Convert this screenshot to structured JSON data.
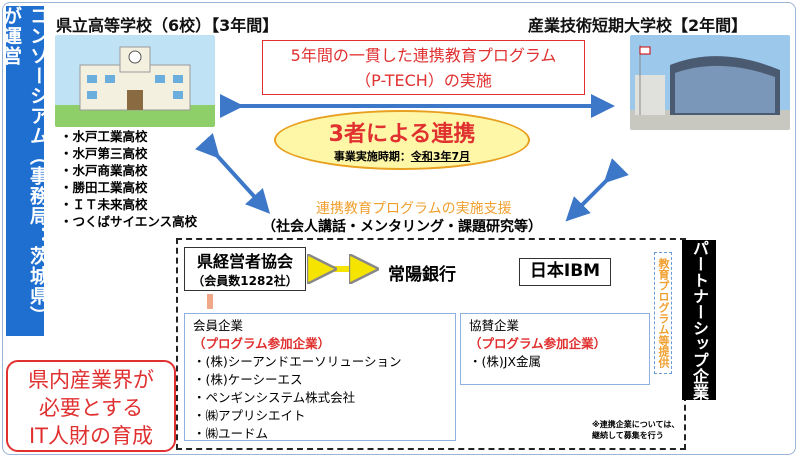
{
  "consortium": "コンソーシアム（事務局：茨城県）が運営",
  "goal": [
    "県内産業界が",
    "必要とする",
    "IT人財の育成"
  ],
  "high_school_title": "県立高等学校（6校）【3年間】",
  "college_title": "産業技術短期大学校【2年間】",
  "program": [
    "5年間の一貫した連携教育プログラム",
    "（P-TECH）の実施"
  ],
  "collab": {
    "title": "3者による連携",
    "period_label": "事業実施時期：",
    "period": "令和3年7月"
  },
  "schools": [
    "・水戸工業高校",
    "・水戸第三高校",
    "・水戸商業高校",
    "・勝田工業高校",
    "・ＩＴ未来高校",
    "・つくばサイエンス高校"
  ],
  "support": {
    "title": "連携教育プログラムの実施支援",
    "detail": "（社会人講話・メンタリング・課題研究等）"
  },
  "association": {
    "name": "県経営者協会",
    "members": "（会員数1282社）"
  },
  "bank": "常陽銀行",
  "ibm": "日本IBM",
  "member_companies": {
    "title": "会員企業",
    "sub": "（プログラム参加企業）",
    "items": [
      "・(株)シーアンドエーソリューション",
      "・(株)ケーシーエス",
      "・ペンギンシステム株式会社",
      "・㈱アプリシエイト",
      "・㈱ユードム"
    ]
  },
  "sponsor_companies": {
    "title": "協賛企業",
    "sub": "（プログラム参加企業）",
    "items": [
      "・(株)JX金属"
    ]
  },
  "provision": "教育プログラム等提供",
  "partner": "パートナーシップ企業",
  "note": [
    "※連携企業については、",
    "継続して募集を行う"
  ]
}
